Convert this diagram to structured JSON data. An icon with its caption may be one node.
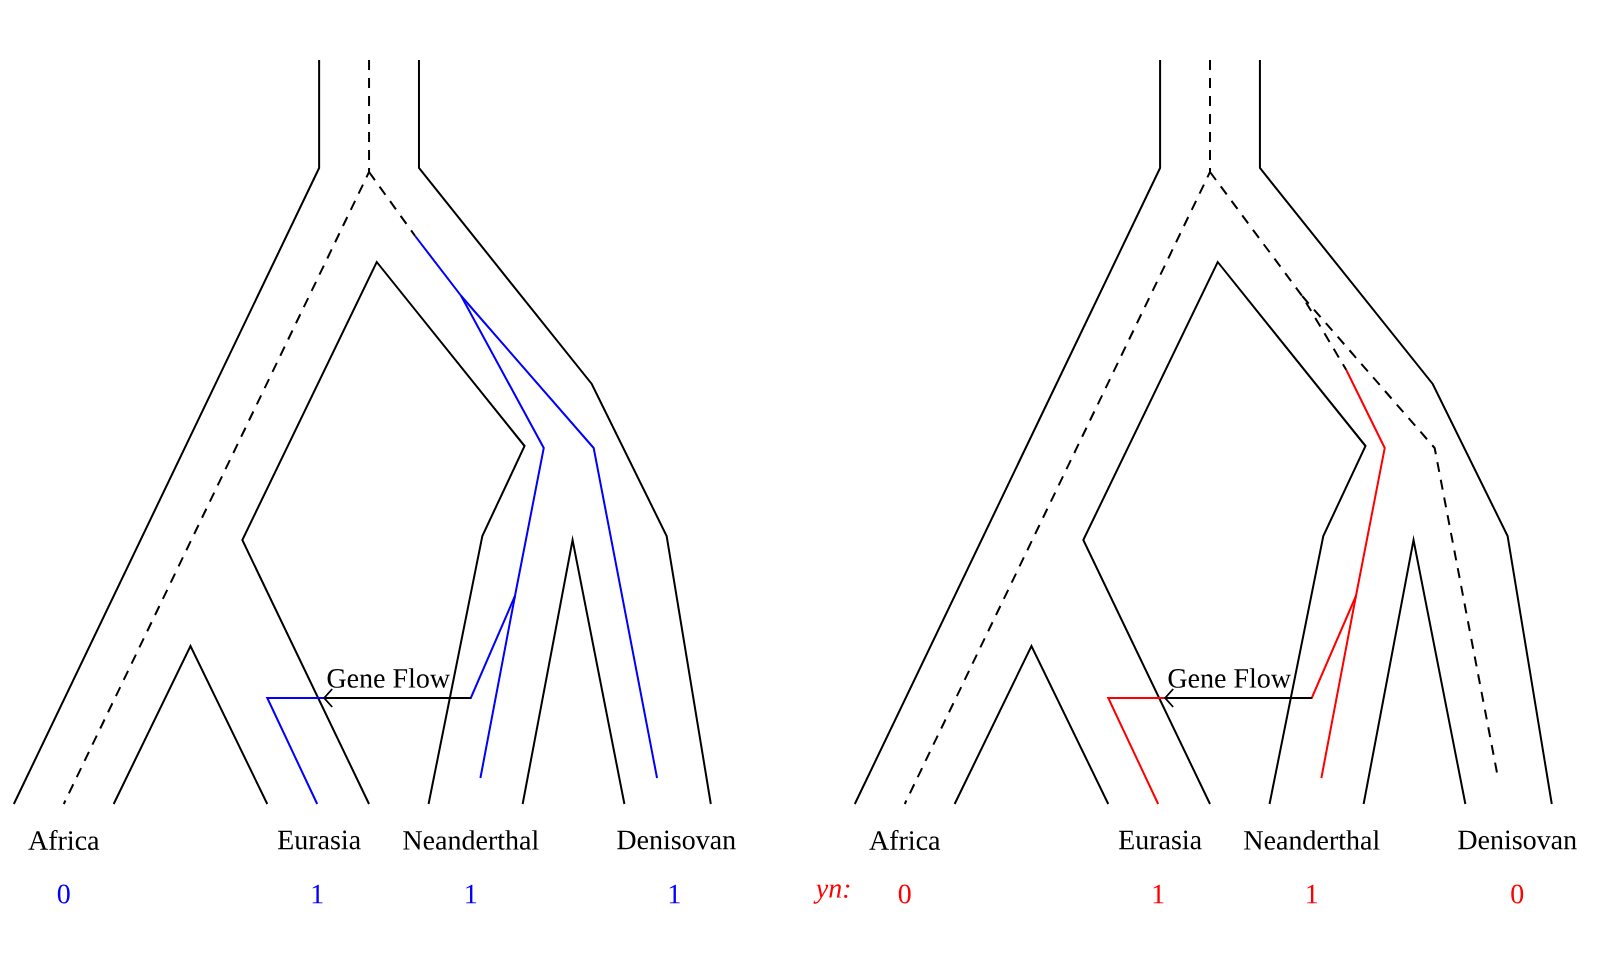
{
  "diagram": {
    "labels": [
      "Gene Flow",
      "Africa",
      "Eurasia",
      "Neanderthal",
      "Denisovan",
      "0",
      "1",
      "1",
      "1",
      "Gene Flow",
      "Africa",
      "Eurasia",
      "Neanderthal",
      "Denisovan",
      "yn:",
      "0",
      "1",
      "1",
      "0"
    ]
  }
}
